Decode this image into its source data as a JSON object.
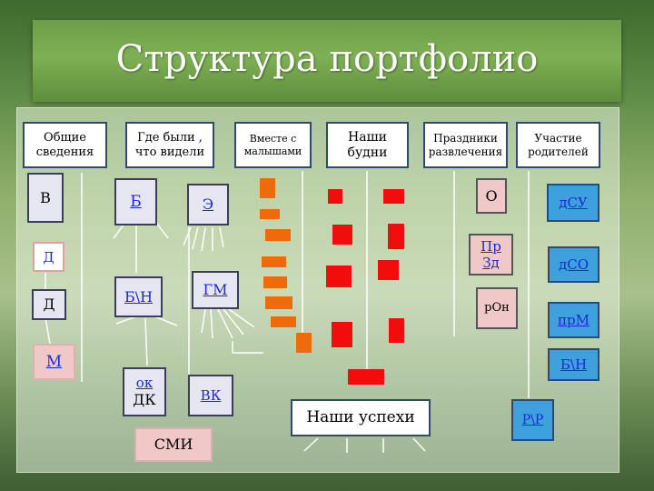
{
  "title": "Структура портфолио",
  "headers": [
    {
      "text": "Общие сведения"
    },
    {
      "text": "Где были , что видели"
    },
    {
      "text": "Вместе с малышами"
    },
    {
      "text": "Наши будни"
    },
    {
      "text": "Праздники развлечения"
    },
    {
      "text": "Участие родителей"
    }
  ],
  "col1": {
    "v": "В",
    "d1": "Д",
    "d2": "Д",
    "m": "М"
  },
  "col2": {
    "b": "Б",
    "e": "Э",
    "bn": "Б\\Н",
    "gm": "ГМ",
    "ok": "ок",
    "dk": "ДК",
    "vk": "ВК",
    "smi": "СМИ"
  },
  "col5": {
    "o": "О",
    "pr": "Пр",
    "zd": "Зд",
    "ron": "рОн"
  },
  "col6": {
    "dsu": "дСУ",
    "dso": "дСО",
    "prm": "прМ",
    "bn": "Б\\Н",
    "rr": "Р\\Р"
  },
  "success": "Наши успехи",
  "colors": {
    "orange": "#ee6a0a",
    "red": "#f20d0d",
    "pink_box": "#f0c8c8",
    "lavender_box": "#e6e6f2",
    "blue_box": "#3ea0dc",
    "link_text": "#1a2ad8"
  }
}
